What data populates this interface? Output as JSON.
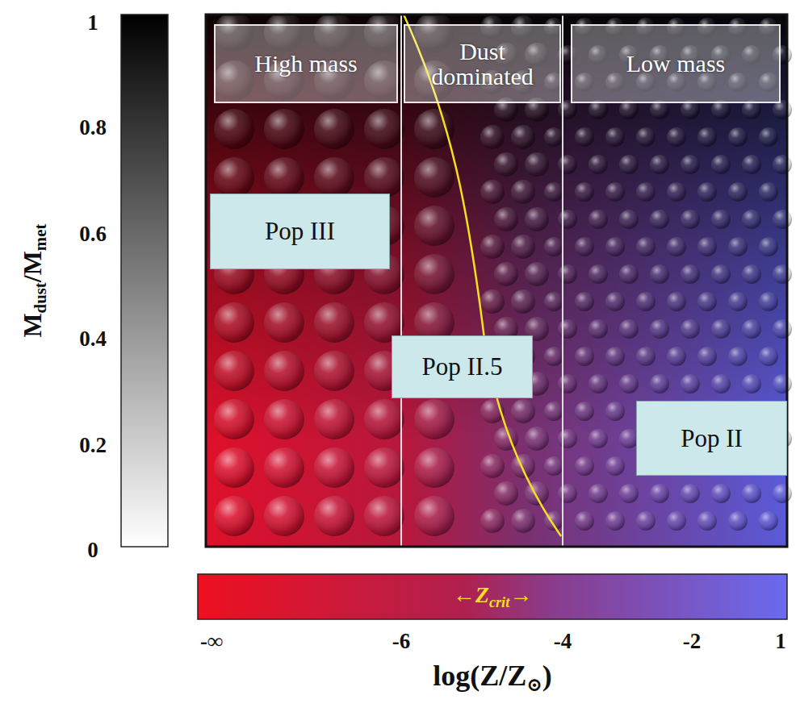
{
  "diagram": {
    "nodes": [
      {
        "text": [
          "High mass"
        ]
      },
      {
        "text": [
          "Dust dominated"
        ]
      },
      {
        "text": [
          "Low mass"
        ]
      },
      {
        "text": [
          "Pop III"
        ]
      },
      {
        "text": [
          "Pop II.5"
        ]
      },
      {
        "text": [
          "Pop II"
        ]
      }
    ],
    "labels": [
      "1",
      "0.8",
      "0.6",
      "0.4",
      "0.2",
      "0",
      "M",
      "dust",
      "/M",
      "met",
      "←",
      "Z",
      "crit",
      "→",
      "-∞",
      "-6",
      "-4",
      "-2",
      "1",
      "log(Z/Z",
      "⊙",
      ")"
    ]
  }
}
